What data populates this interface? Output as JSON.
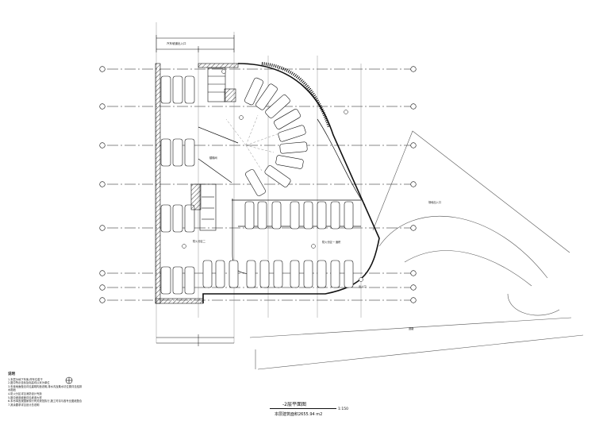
{
  "drawing": {
    "title": "-2层平面图",
    "scale": "1:150",
    "area_label": "本层建筑面积2655.94 m2"
  },
  "notes": {
    "heading": "说明",
    "lines": [
      "1.本层为地下车库,停车位若干",
      "2.图中所示坐标及标高均以米为单位",
      "3.车库地面做法详见建筑构造说明,排水沟及集水坑位置详见给排水图纸",
      "4.防火分区详见消防设计专篇",
      "5.图中坡道坡度详见坡道大样",
      "6.未尽事宜按国家现行有关规范执行,施工时请与各专业图纸配合",
      "7.其余要求详见设计总说明"
    ]
  },
  "labels": {
    "ramp_top": "汽车坡道出入口",
    "stair_note": "楼梯间",
    "fire_note": "防火分区一 面积",
    "zone_note": "防火分区二",
    "exit_label": "出入口",
    "road_note": "道路",
    "right_note": "场地出入口"
  },
  "palette": {
    "line": "#111111",
    "light": "#777777",
    "hatch": "#444444"
  }
}
